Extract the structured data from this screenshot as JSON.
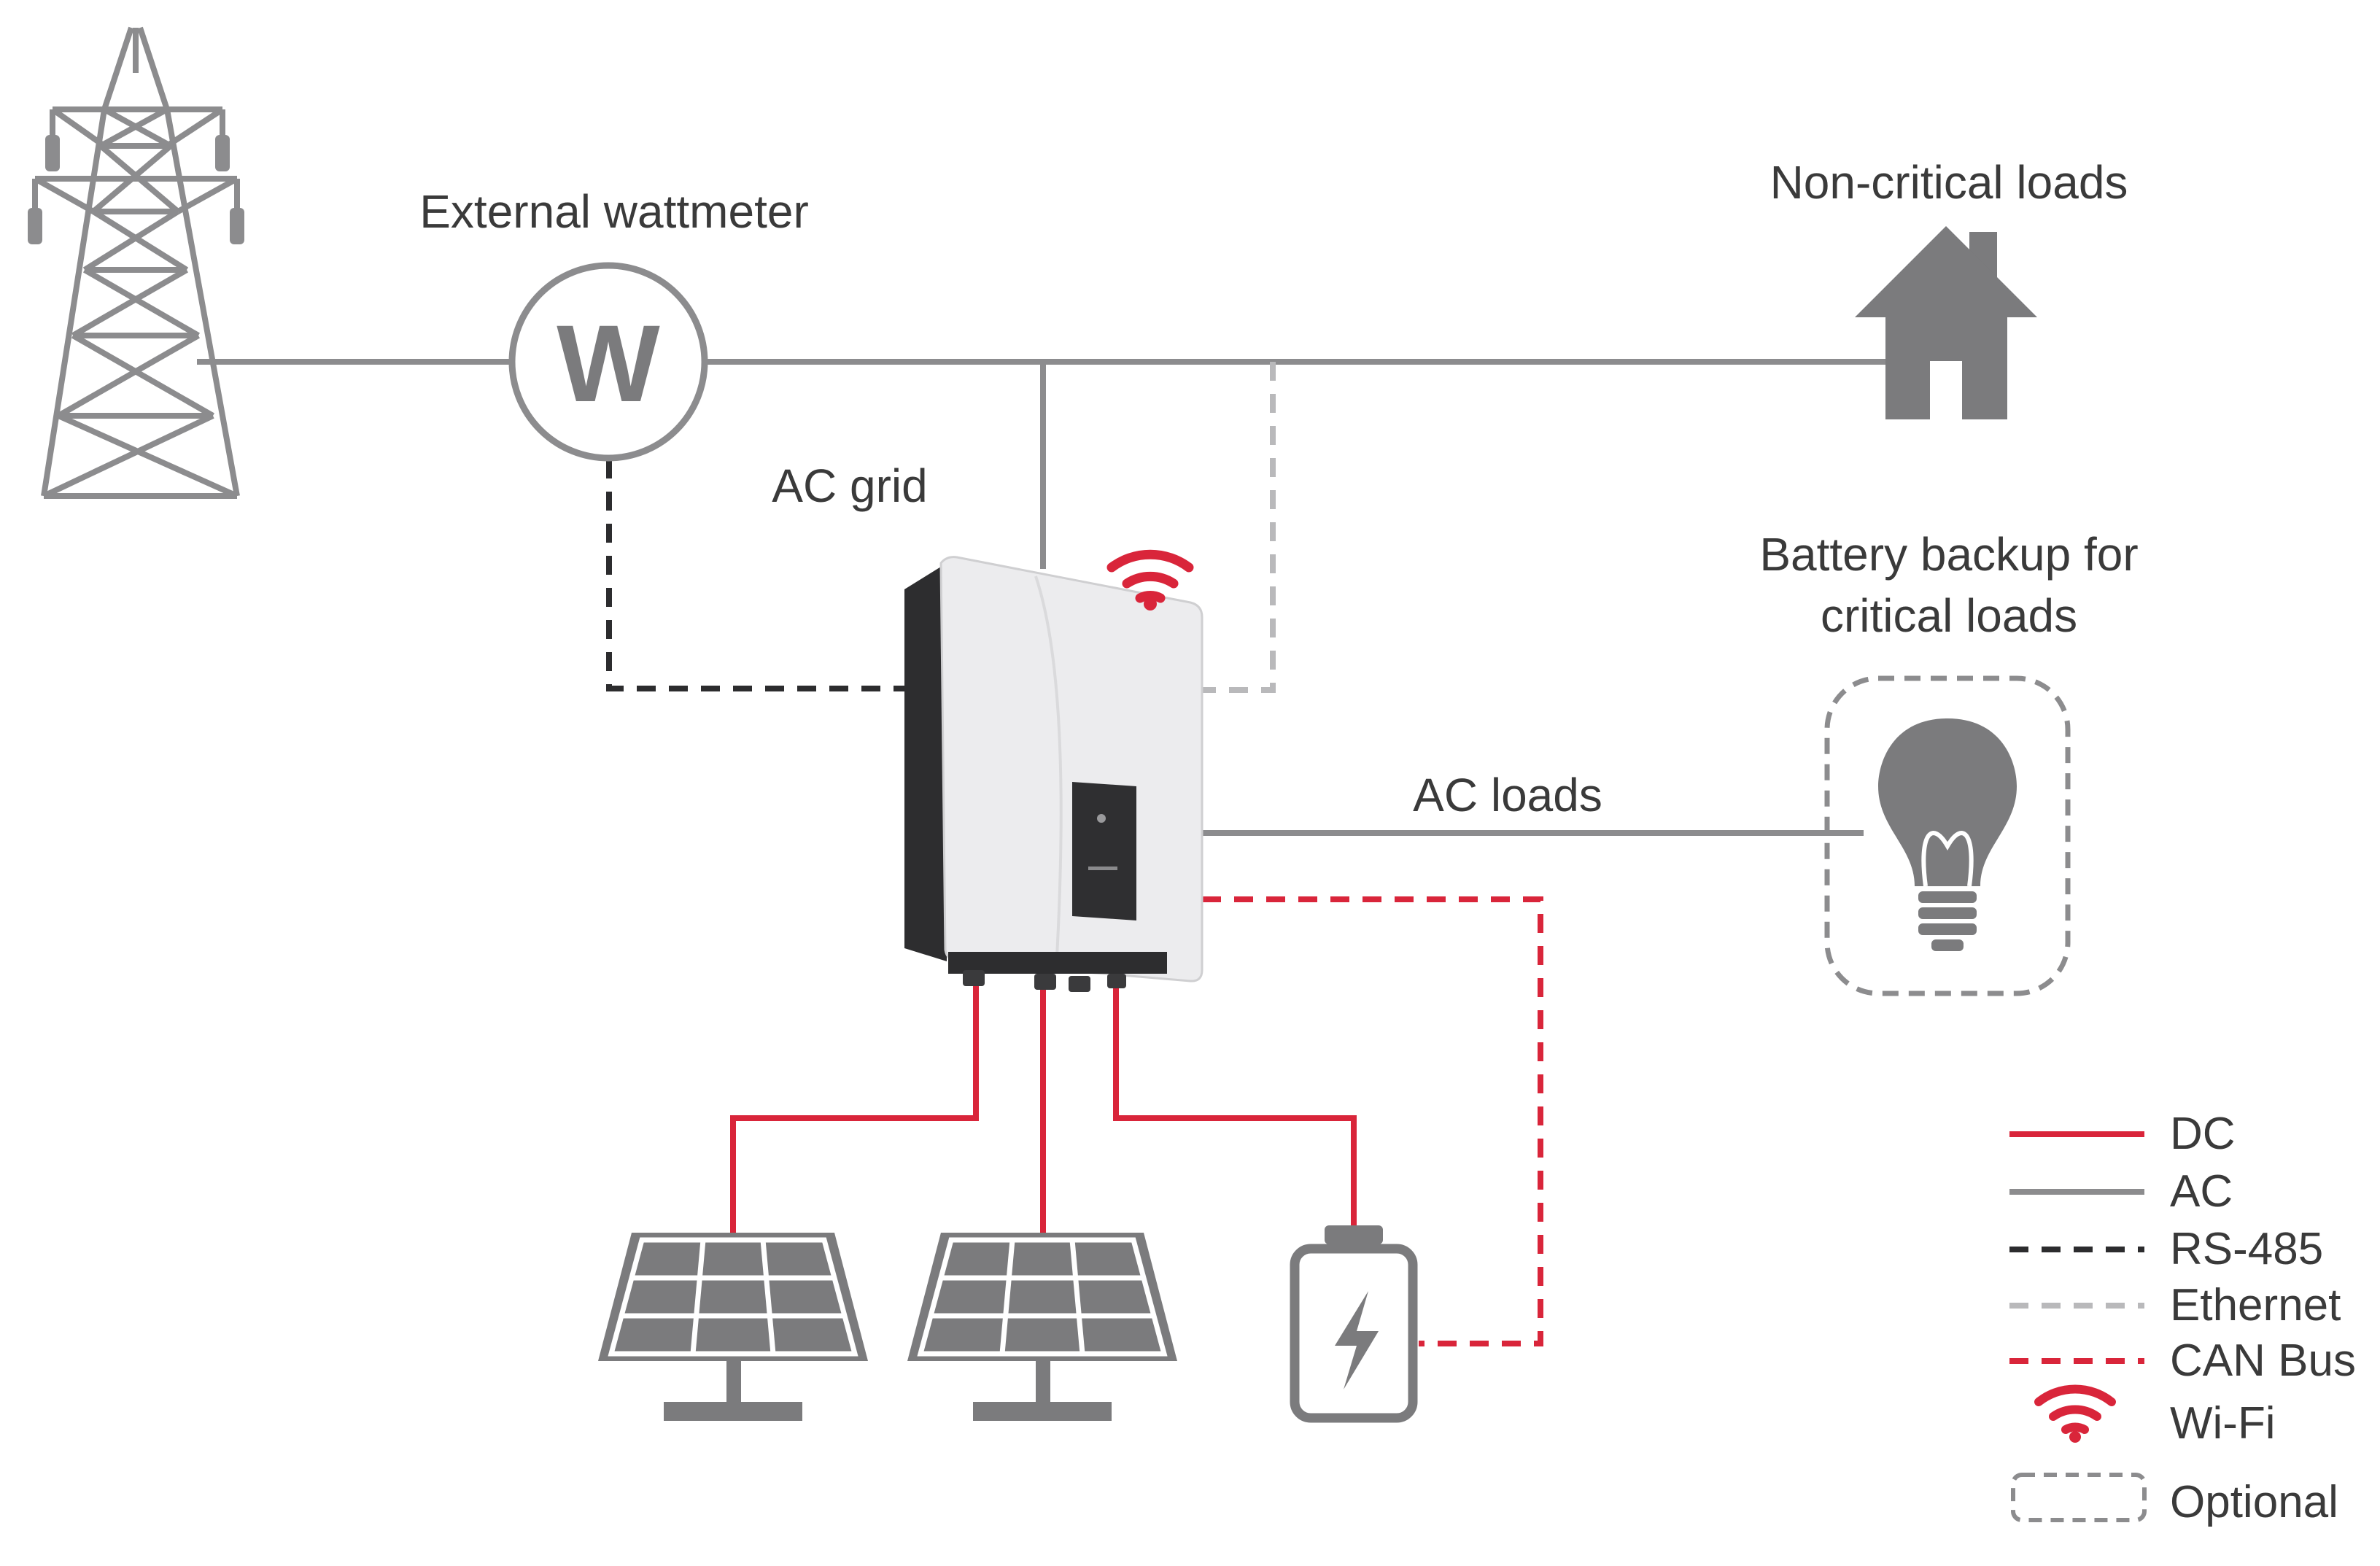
{
  "labels": {
    "external_wattmeter": "External wattmeter",
    "meter_symbol": "W",
    "ac_grid": "AC grid",
    "non_critical_loads": "Non-critical loads",
    "battery_backup_line1": "Battery backup for",
    "battery_backup_line2": "critical loads",
    "ac_loads": "AC loads"
  },
  "legend": {
    "dc": "DC",
    "ac": "AC",
    "rs485": "RS-485",
    "ethernet": "Ethernet",
    "can_bus": "CAN Bus",
    "wifi": "Wi-Fi",
    "optional": "Optional"
  },
  "colors": {
    "dc": "#d9253a",
    "ac": "#8c8c8e",
    "rs485": "#2c2c2e",
    "ethernet": "#b9b9bb",
    "can_bus": "#d9253a",
    "wifi": "#d9253a",
    "icon_gray": "#7b7b7d",
    "optional_border": "#8c8c8e"
  },
  "icons": [
    "transmission-tower-icon",
    "wattmeter-icon",
    "house-icon",
    "lightbulb-icon",
    "wifi-icon",
    "solar-panel-icon",
    "battery-icon",
    "inverter-device"
  ]
}
